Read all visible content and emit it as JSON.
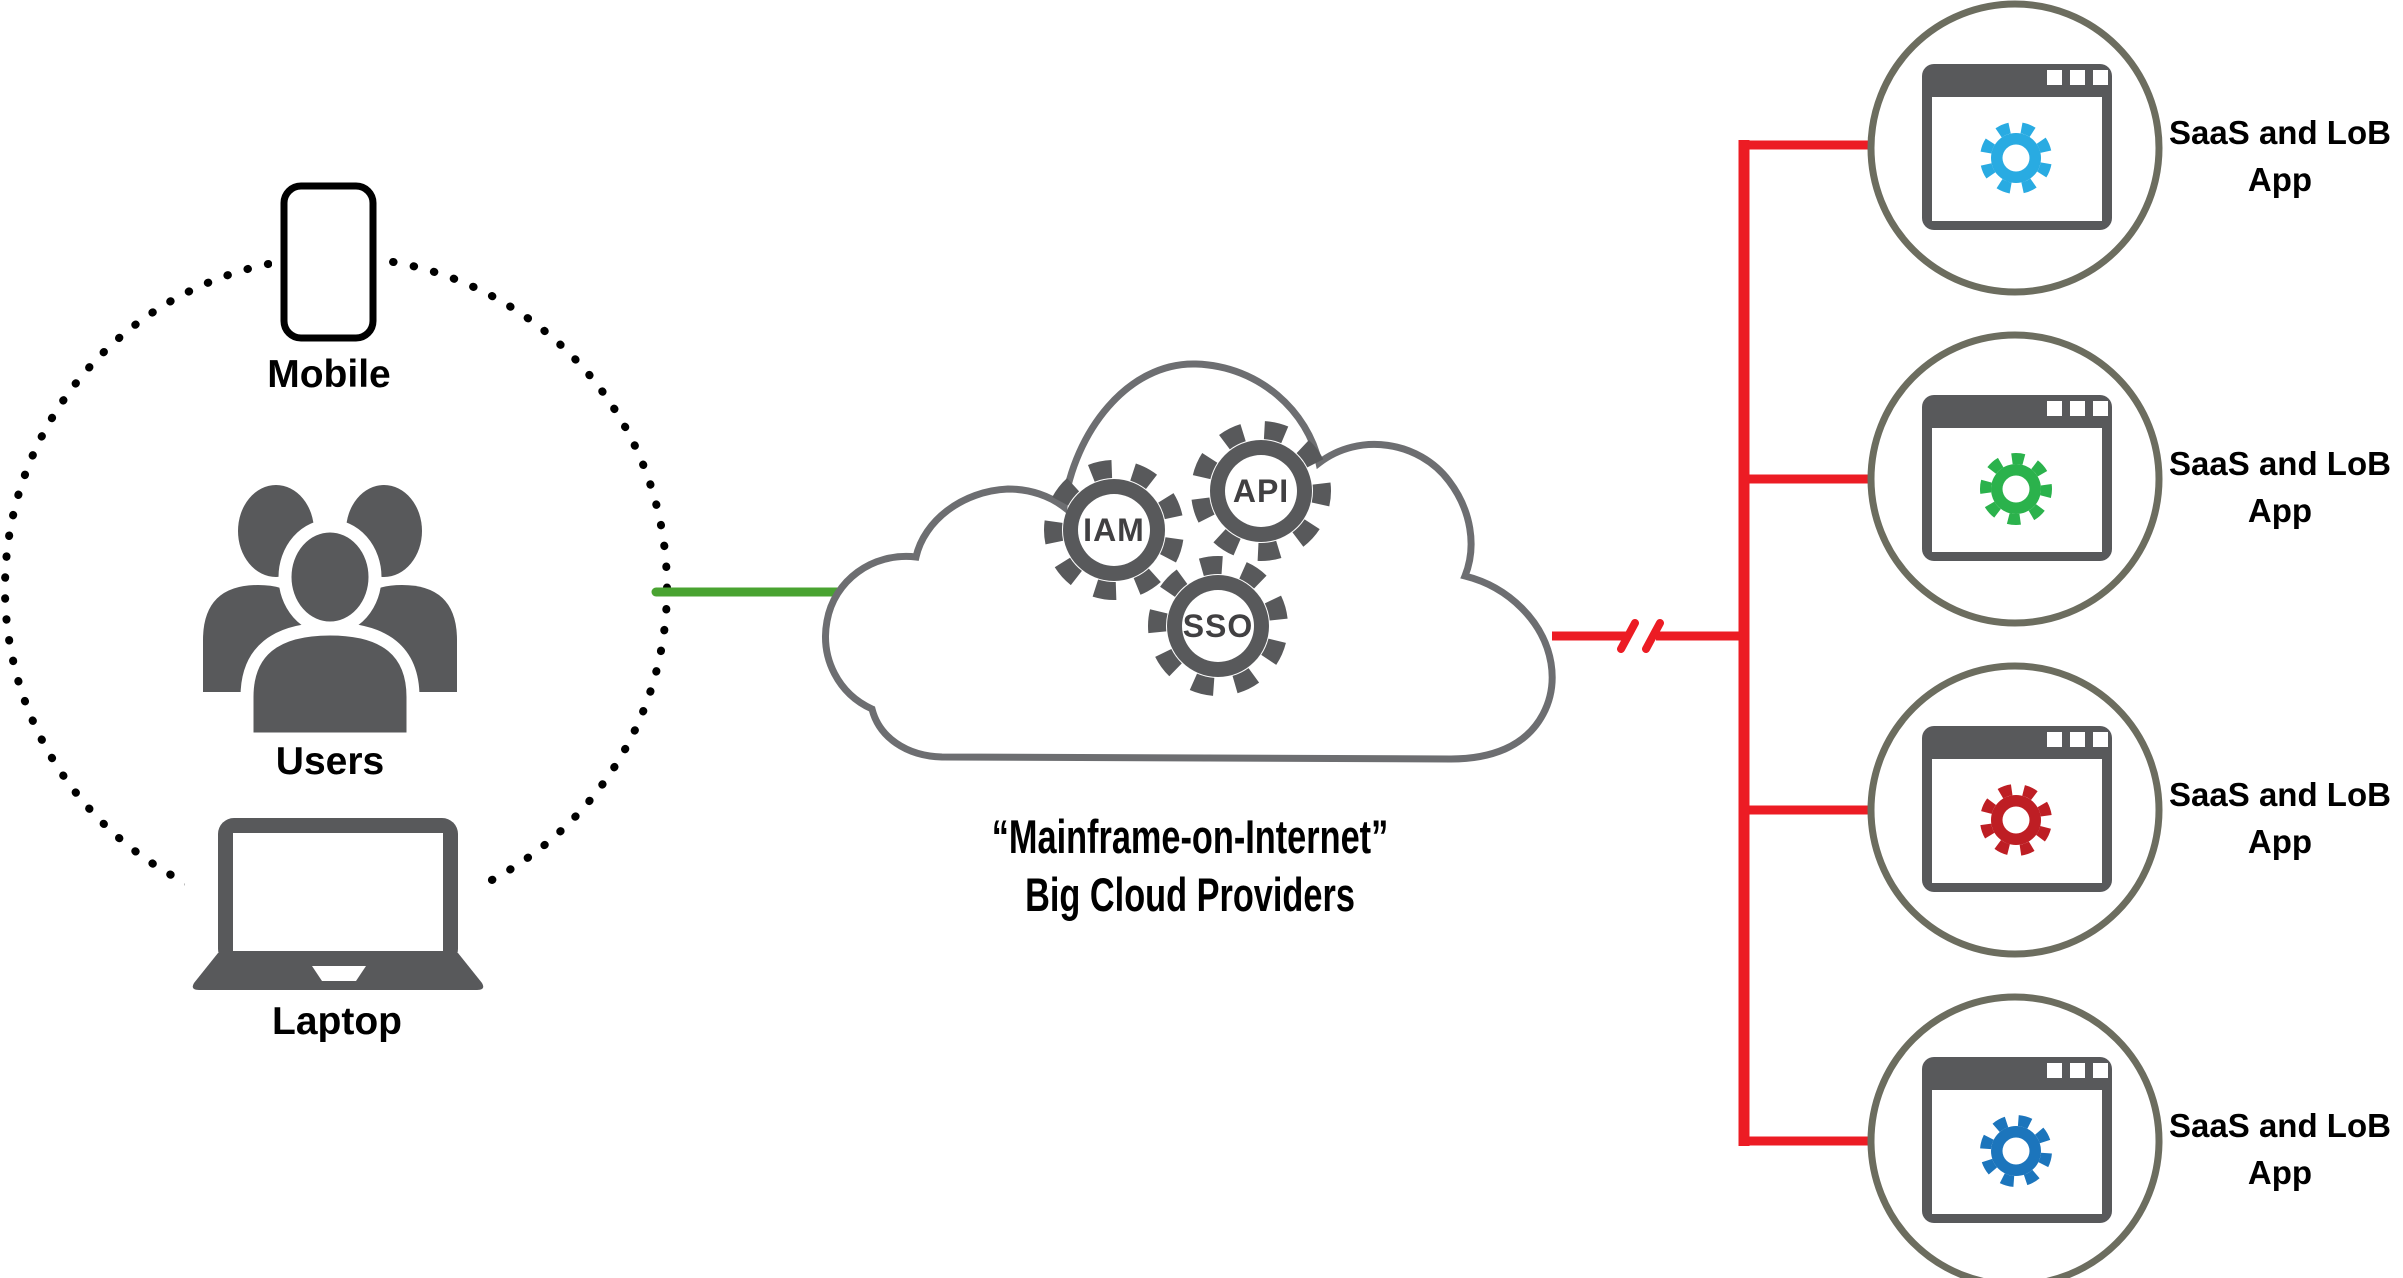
{
  "colors": {
    "black": "#000000",
    "icon_gray": "#58595B",
    "cloud_stroke": "#6D6E71",
    "circle_stroke": "#6C6D5F",
    "red": "#EC1C24",
    "green": "#49A331",
    "window_dots": "#FFFFFF",
    "gear_label": "#414042"
  },
  "user_zone": {
    "mobile_label": "Mobile",
    "users_label": "Users",
    "laptop_label": "Laptop"
  },
  "cloud": {
    "caption_line1": "“Mainframe-on-Internet”",
    "caption_line2": "Big Cloud Providers",
    "gears": [
      {
        "label": "IAM"
      },
      {
        "label": "API"
      },
      {
        "label": "SSO"
      }
    ]
  },
  "apps": {
    "items": [
      {
        "label": "SaaS and LoB App",
        "gear_color": "#29ABE2"
      },
      {
        "label": "SaaS and LoB App",
        "gear_color": "#2BB24C"
      },
      {
        "label": "SaaS and LoB App",
        "gear_color": "#BE1E24"
      },
      {
        "label": "SaaS and LoB App",
        "gear_color": "#1C75BC"
      }
    ]
  }
}
